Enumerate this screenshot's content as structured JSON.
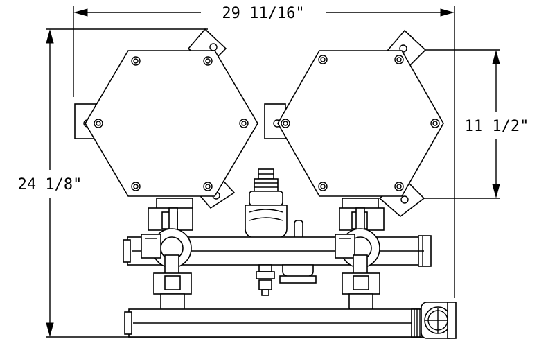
{
  "dimensions": {
    "width": "29 11/16\"",
    "height": "24 1/8\"",
    "hex_height": "11 1/2\""
  },
  "colors": {
    "line": "#000000",
    "background": "#ffffff"
  }
}
